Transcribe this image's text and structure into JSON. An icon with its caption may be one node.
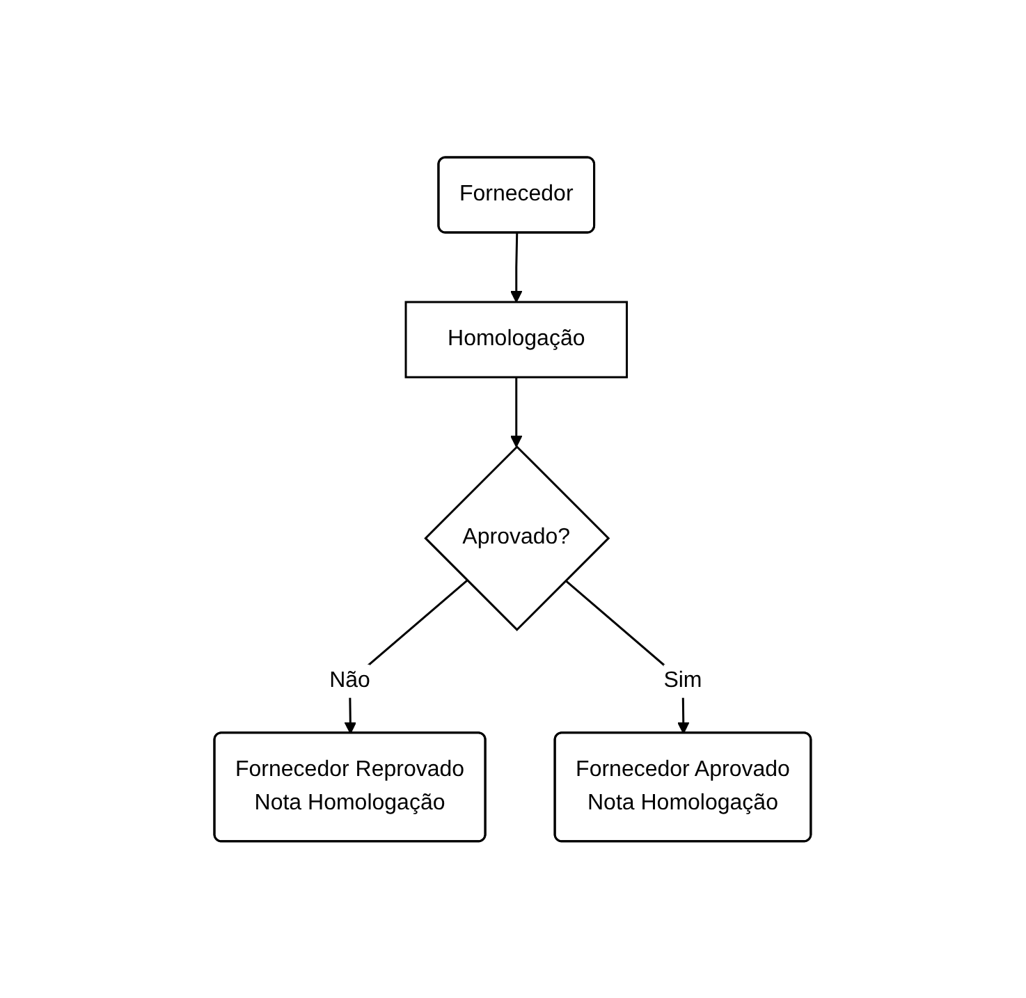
{
  "diagram": {
    "nodes": [
      {
        "text": [
          "Fornecedor"
        ]
      },
      {
        "text": [
          "Homologação"
        ]
      },
      {
        "text": [
          "Aprovado?"
        ]
      },
      {
        "text": [
          "Fornecedor Reprovado",
          "Nota Homologação"
        ]
      },
      {
        "text": [
          "Fornecedor Aprovado",
          "Nota Homologação"
        ]
      }
    ],
    "edges": [
      {
        "from": 0,
        "to": 1,
        "arrow": "to"
      },
      {
        "from": 1,
        "to": 2,
        "arrow": "to"
      },
      {
        "from": 2,
        "to": 3,
        "label": "Não",
        "arrow": "to"
      },
      {
        "from": 2,
        "to": 4,
        "label": "Sim",
        "arrow": "to"
      }
    ]
  }
}
